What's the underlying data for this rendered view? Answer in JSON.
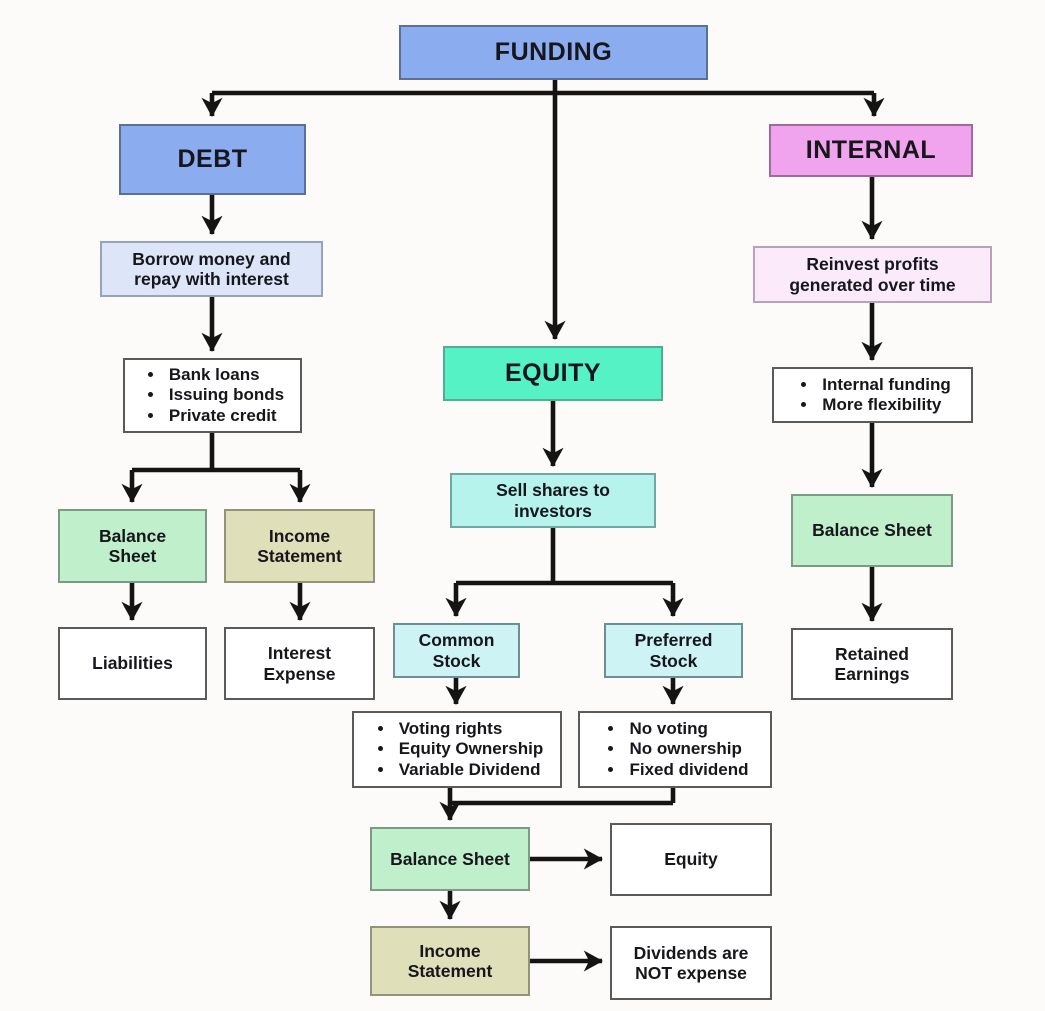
{
  "diagram_title": "FUNDING",
  "palette": {
    "header_blue": "#8badf0",
    "light_blue": "#dce6f8",
    "equity_mint": "#55f2c5",
    "cyan": "#b6f3ec",
    "light_cyan": "#cdf3f4",
    "balance_green": "#c0efcb",
    "income_khaki": "#dfdfba",
    "internal_pink": "#f0a4ee",
    "light_pink": "#faeafa",
    "white": "#ffffff",
    "arrow_black": "#141414"
  },
  "nodes": {
    "funding": "FUNDING",
    "debt": "DEBT",
    "debt_desc": "Borrow money and\nrepay with interest",
    "debt_features": [
      "Bank loans",
      "Issuing bonds",
      "Private credit"
    ],
    "balance_sheet_debt": "Balance\nSheet",
    "income_statement_debt": "Income\nStatement",
    "liabilities": "Liabilities",
    "interest_expense": "Interest\nExpense",
    "equity": "EQUITY",
    "equity_desc": "Sell shares to\ninvestors",
    "common_stock": "Common\nStock",
    "preferred_stock": "Preferred\nStock",
    "common_features": [
      "Voting rights",
      "Equity Ownership",
      "Variable Dividend"
    ],
    "preferred_features": [
      "No voting",
      "No ownership",
      "Fixed dividend"
    ],
    "balance_sheet_equity": "Balance Sheet",
    "equity_result": "Equity",
    "income_statement_equity": "Income\nStatement",
    "dividends_note": "Dividends are\nNOT expense",
    "internal": "INTERNAL",
    "internal_desc": "Reinvest profits\ngenerated over time",
    "internal_features": [
      "Internal funding",
      "More flexibility"
    ],
    "balance_sheet_internal": "Balance Sheet",
    "retained_earnings": "Retained\nEarnings"
  }
}
